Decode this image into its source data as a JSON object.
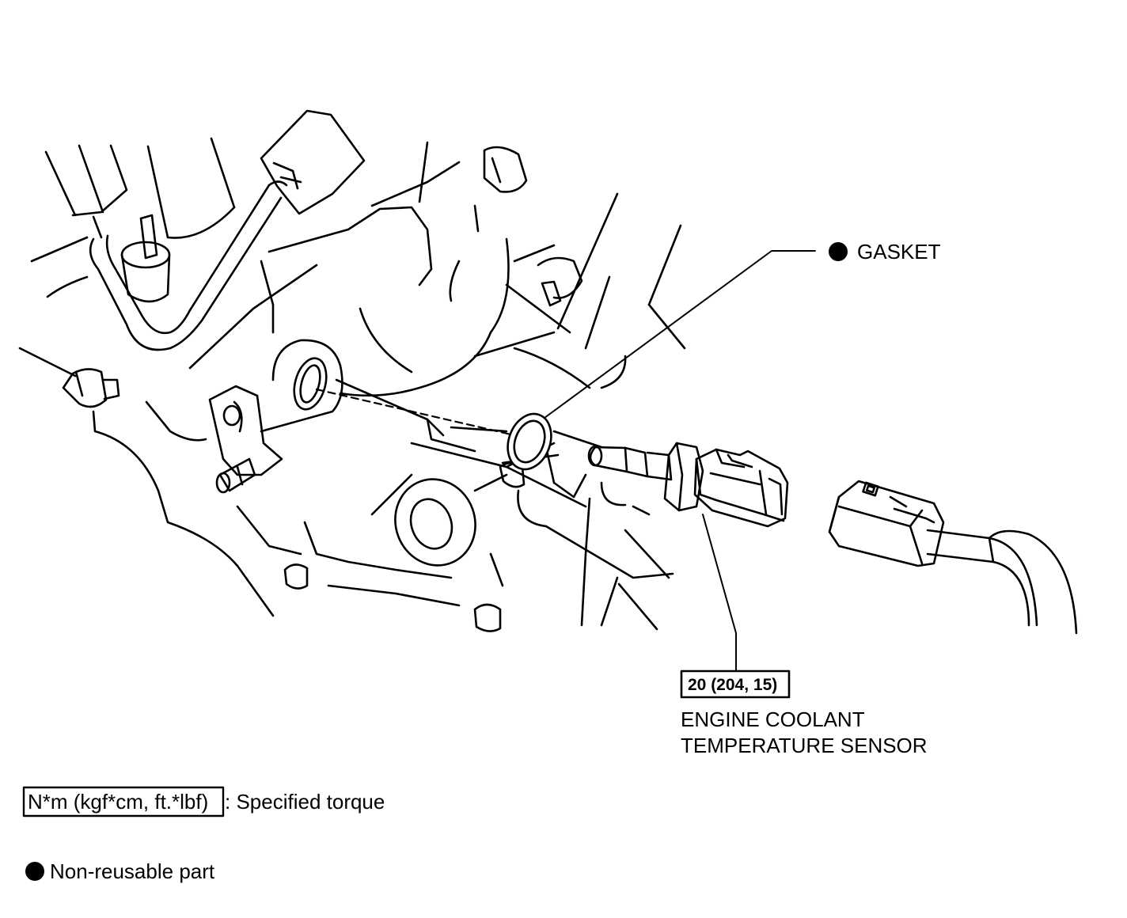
{
  "callouts": {
    "gasket": "GASKET",
    "torque_value": "20 (204, 15)",
    "sensor_line1": "ENGINE COOLANT",
    "sensor_line2": "TEMPERATURE SENSOR"
  },
  "legend": {
    "torque_units": "N*m (kgf*cm, ft.*lbf)",
    "torque_desc": ": Specified torque",
    "non_reusable": "Non-reusable part"
  }
}
